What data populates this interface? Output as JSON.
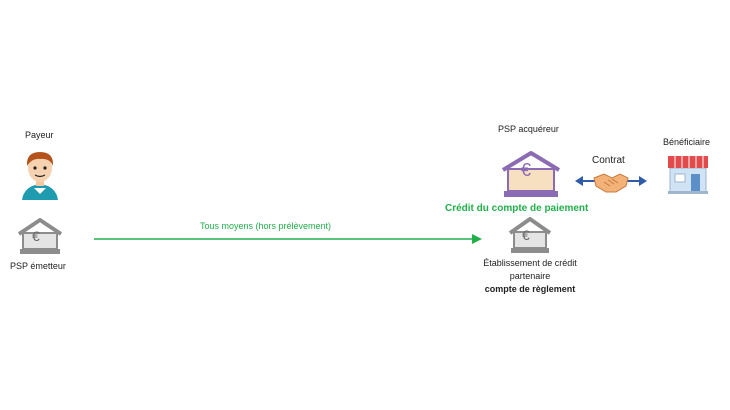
{
  "payer": {
    "label": "Payeur"
  },
  "issuer": {
    "label": "PSP émetteur",
    "symbol": "€"
  },
  "flow": {
    "label": "Tous moyens (hors prélèvement)"
  },
  "acquirer": {
    "label": "PSP acquéreur",
    "symbol": "€"
  },
  "contract": {
    "label": "Contrat"
  },
  "beneficiary": {
    "label": "Bénéficiaire"
  },
  "credit": {
    "label": "Crédit du compte de paiement"
  },
  "partner": {
    "symbol": "€",
    "line1": "Établissement de crédit",
    "line2": "partenaire",
    "line3": "compte de règlement"
  },
  "colors": {
    "flow_arrow": "#22b04b",
    "contract_arrow": "#2e5aa8",
    "bank_gray": "#8c8c8c",
    "acquirer_purple": "#8a6bb4",
    "acquirer_fill": "#f7e0bf",
    "shop_awning": "#e24b4b"
  },
  "icons": {
    "payer": "person-avatar-icon",
    "issuer": "bank-euro-icon",
    "acquirer": "bank-euro-icon",
    "partner": "bank-euro-icon",
    "contract": "handshake-icon",
    "beneficiary": "shop-icon"
  }
}
